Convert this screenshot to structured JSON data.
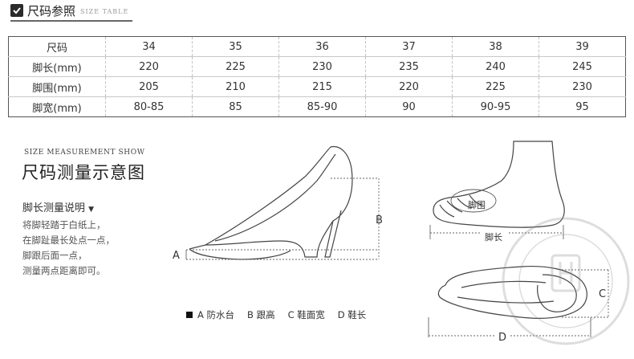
{
  "header": {
    "title": "尺码参照",
    "subtitle": "SIZE TABLE"
  },
  "table": {
    "rows": [
      {
        "label": "尺码",
        "cells": [
          "34",
          "35",
          "36",
          "37",
          "38",
          "39"
        ]
      },
      {
        "label": "脚长(mm)",
        "cells": [
          "220",
          "225",
          "230",
          "235",
          "240",
          "245"
        ]
      },
      {
        "label": "脚围(mm)",
        "cells": [
          "205",
          "210",
          "215",
          "220",
          "225",
          "230"
        ]
      },
      {
        "label": "脚宽(mm)",
        "cells": [
          "80-85",
          "85",
          "85-90",
          "90",
          "90-95",
          "95"
        ]
      }
    ]
  },
  "measurement": {
    "show_title": "SIZE MEASUREMENT SHOW",
    "title": "尺码测量示意图",
    "help_title": "脚长测量说明",
    "help_lines": [
      "将脚轻踏于白纸上，",
      "在脚趾最长处点一点，",
      "脚跟后面一点，",
      "测量两点距离即可。"
    ]
  },
  "diagram": {
    "label_a": "A",
    "label_b": "B",
    "label_c": "C",
    "label_d": "D",
    "foot_girth": "脚围",
    "foot_length": "脚长"
  },
  "legend": {
    "a": "A 防水台",
    "b": "B 跟高",
    "c": "C 鞋面宽",
    "d": "D 鞋长"
  },
  "icons": {
    "check": "check-icon",
    "dropdown": "triangle-down-icon",
    "watermark": "seal-watermark-icon"
  },
  "colors": {
    "line": "#555555",
    "text": "#333333"
  }
}
